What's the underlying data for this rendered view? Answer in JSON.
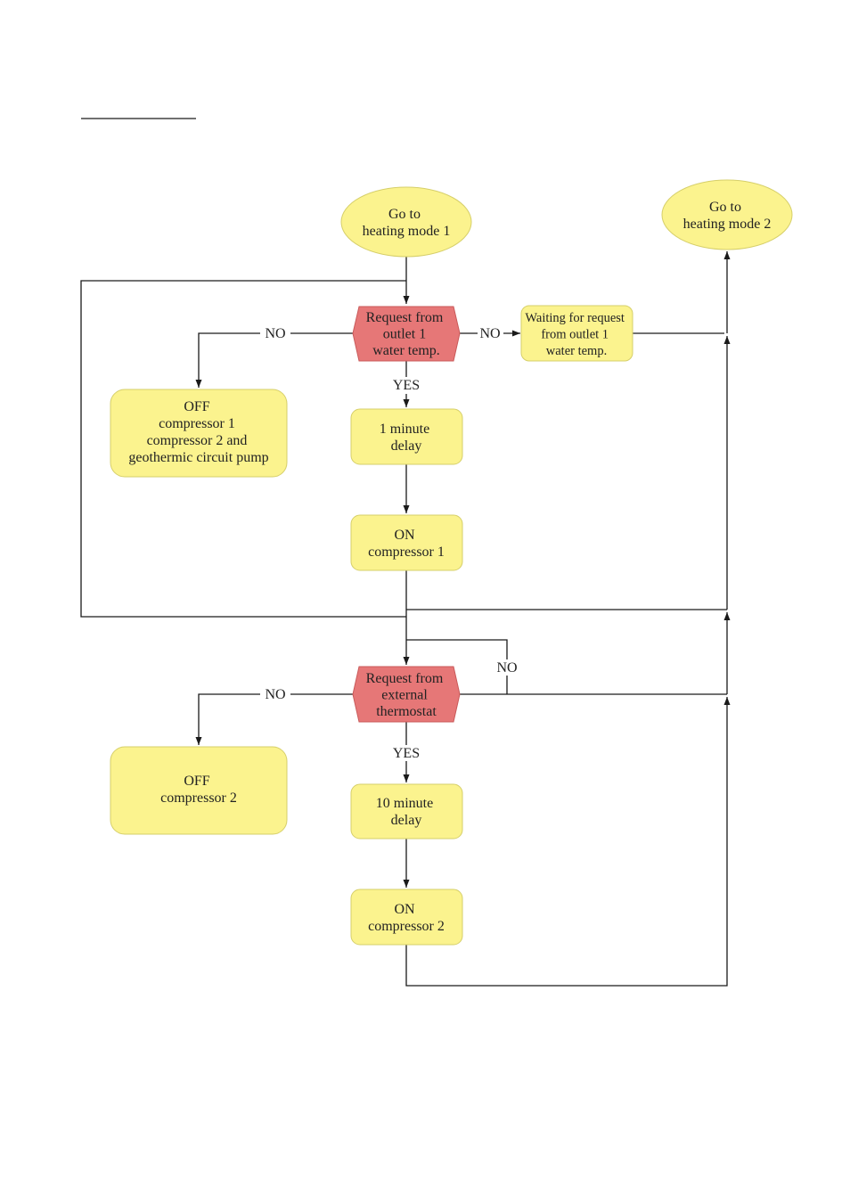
{
  "colors": {
    "process_fill": "#fbf38e",
    "process_stroke": "#d6cf6a",
    "decision_fill": "#e67777",
    "decision_stroke": "#c95a5a",
    "line": "#1a1a1a"
  },
  "nodes": {
    "start_mode1": [
      "Go to",
      "heating mode 1"
    ],
    "goto_mode2": [
      "Go to",
      "heating mode 2"
    ],
    "decision_outlet": [
      "Request from",
      "outlet 1",
      "water temp."
    ],
    "waiting": [
      "Waiting for request",
      "from  outlet 1",
      "water temp."
    ],
    "off_c1": [
      "OFF",
      "compressor 1",
      "compressor 2 and",
      "geothermic circuit pump"
    ],
    "delay1": [
      "1 minute",
      "delay"
    ],
    "on_c1": [
      "ON",
      "compressor 1"
    ],
    "decision_thermostat": [
      "Request from",
      "external",
      "thermostat"
    ],
    "off_c2": [
      "OFF",
      "compressor 2"
    ],
    "delay10": [
      "10 minute",
      "delay"
    ],
    "on_c2": [
      "ON",
      "compressor 2"
    ]
  },
  "labels": {
    "no_left_1": "NO",
    "no_right_1": "NO",
    "yes_1": "YES",
    "no_loop_2": "NO",
    "no_left_2": "NO",
    "yes_2": "YES"
  }
}
